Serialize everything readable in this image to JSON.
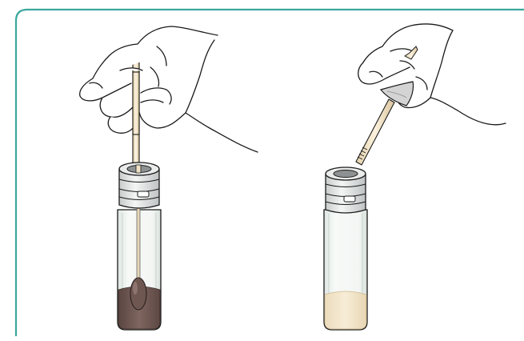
{
  "figure": {
    "frame_color": "#3aa89c",
    "panels": [
      {
        "id": "left",
        "content": [
          "hand",
          "swab",
          "tube",
          "cap",
          "sample"
        ],
        "sample_color": "#7a6058"
      },
      {
        "id": "right",
        "content": [
          "hand",
          "broken-swab-stick",
          "tube",
          "cap",
          "sample"
        ],
        "sample_color": "#f1e3c6"
      }
    ],
    "tube_glass_color": "#eef2ef",
    "outline_color": "#1a1a1a"
  }
}
